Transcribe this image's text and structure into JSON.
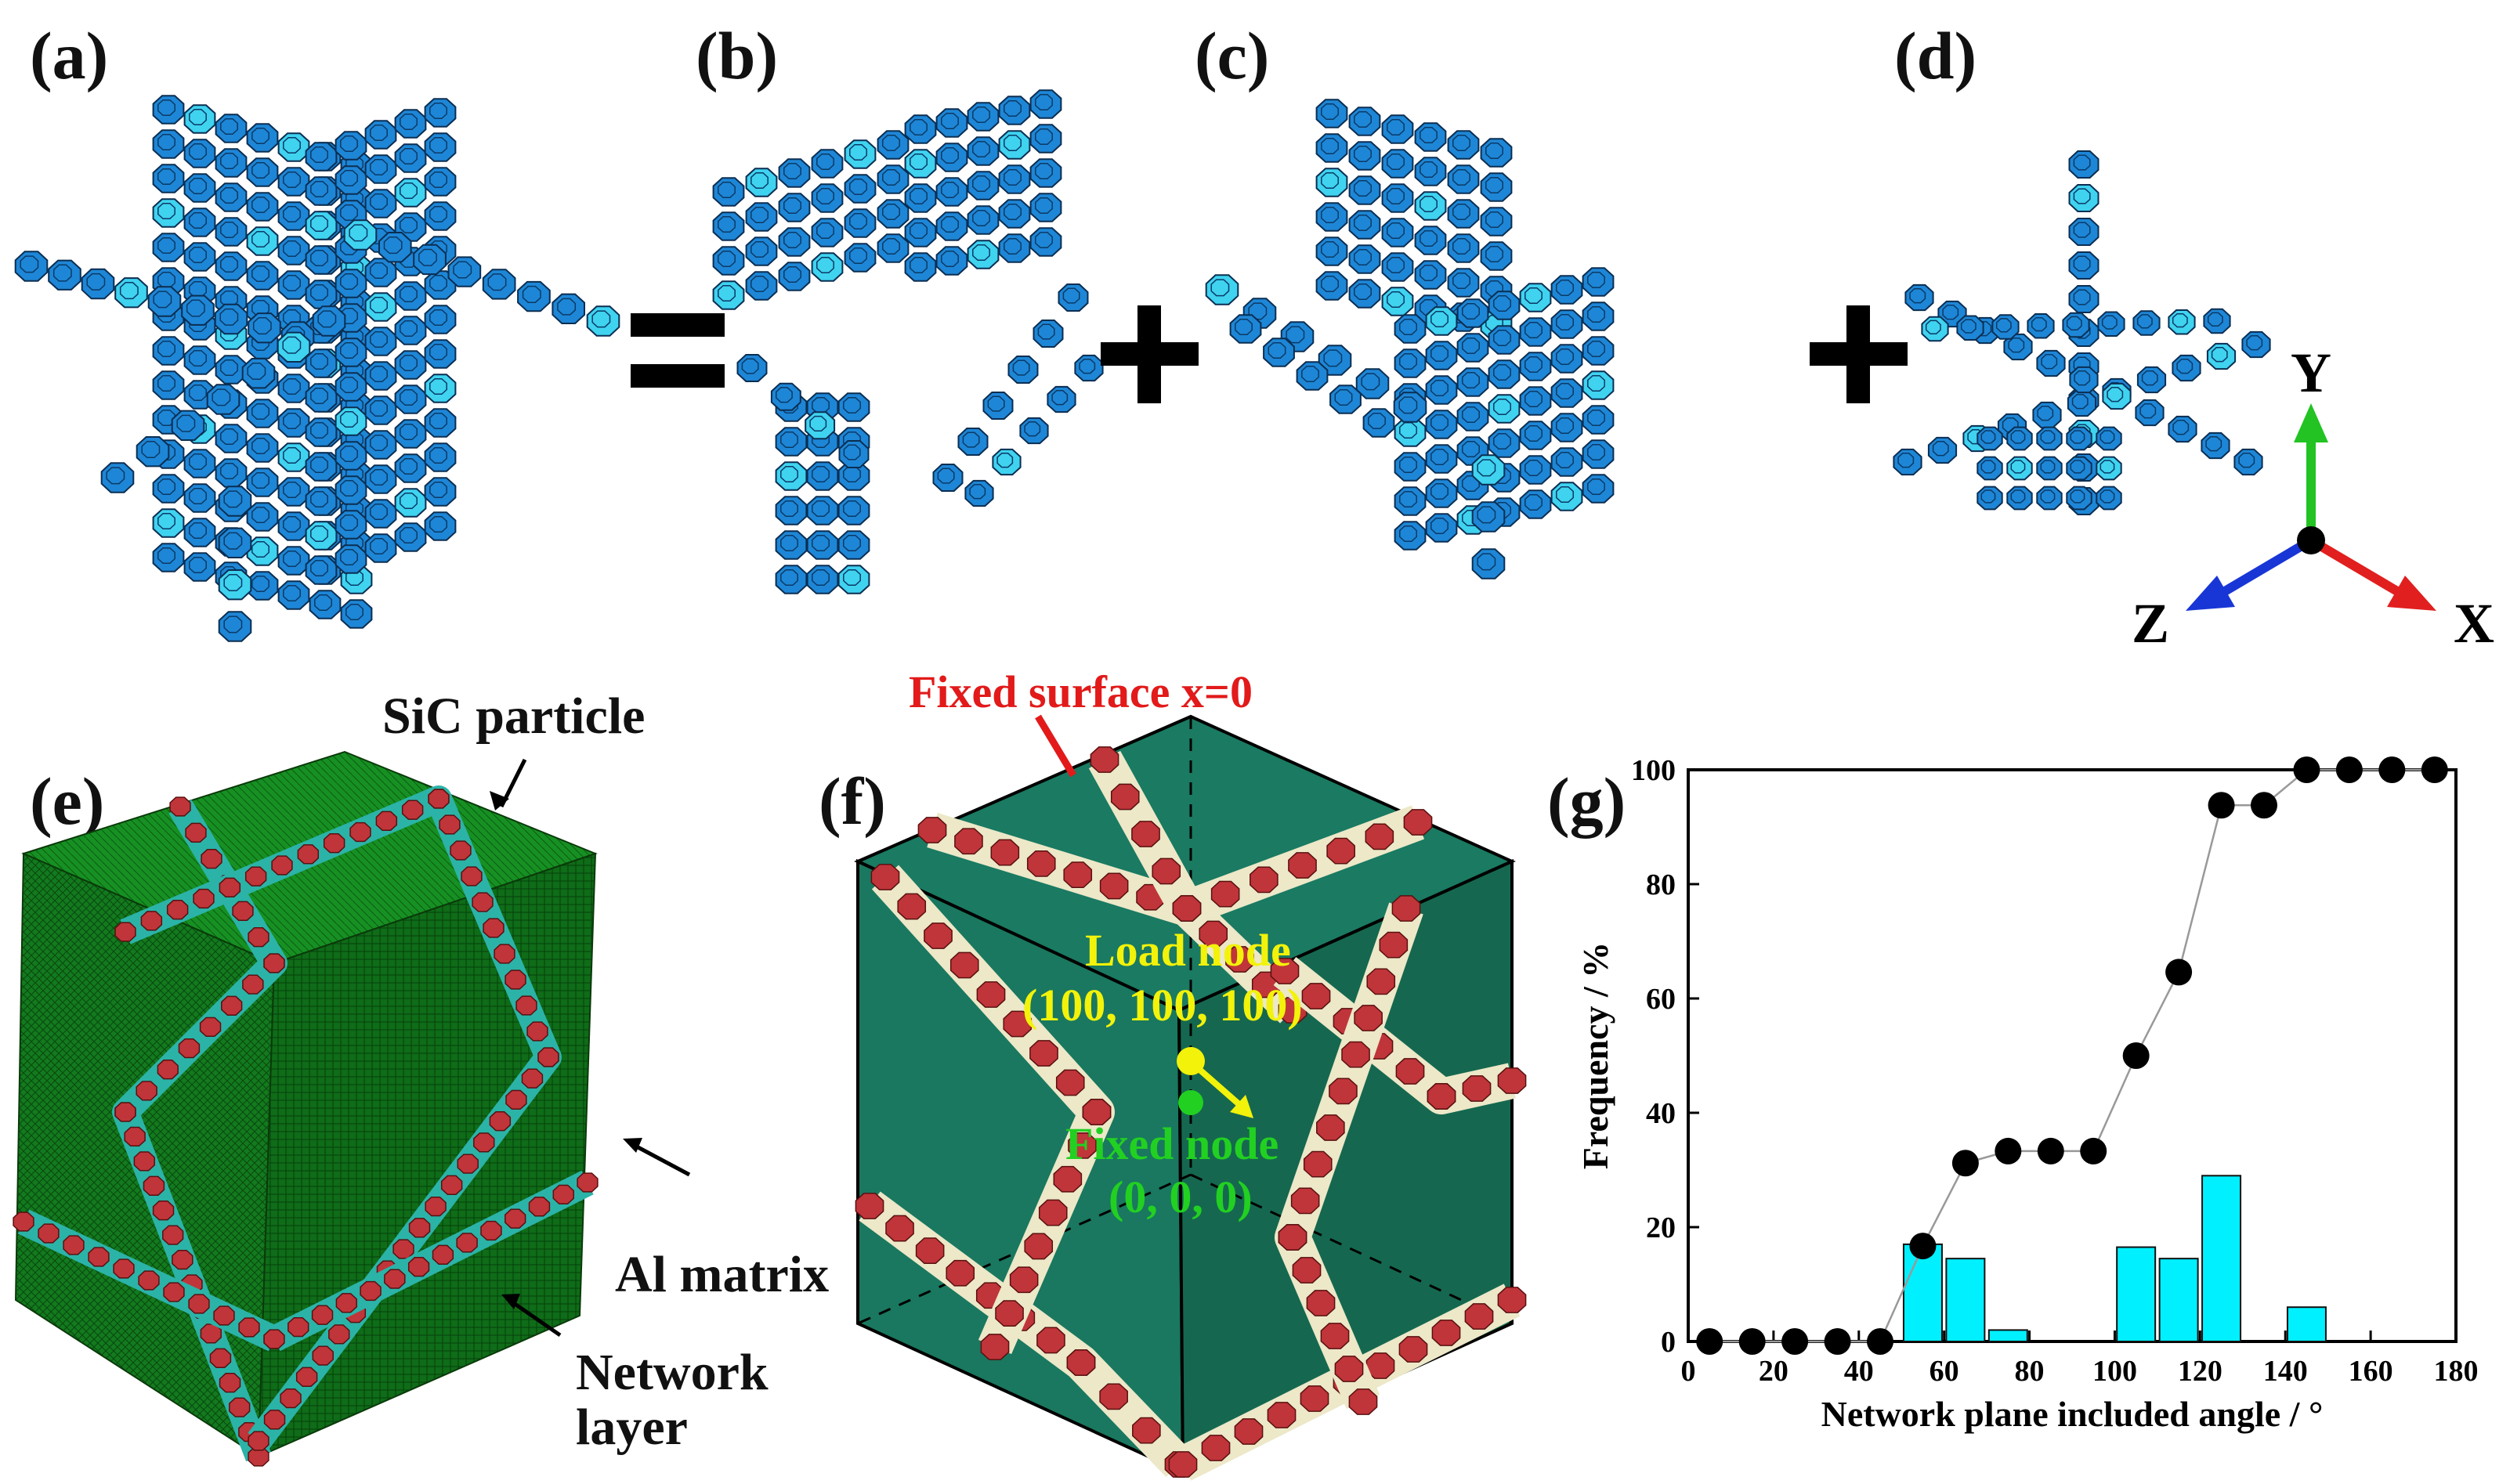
{
  "panels": {
    "a": "(a)",
    "b": "(b)",
    "c": "(c)",
    "d": "(d)",
    "e": "(e)",
    "f": "(f)",
    "g": "(g)"
  },
  "operators": {
    "equals": "=",
    "plus1": "+",
    "plus2": "+"
  },
  "axes": {
    "y": "Y",
    "z": "Z",
    "x": "X",
    "colors": {
      "y": "#22c322",
      "z": "#1836d6",
      "x": "#e11f1f"
    }
  },
  "panel_e": {
    "sic_particle": "SiC particle",
    "al_matrix": "Al matrix",
    "network_layer_line1": "Network",
    "network_layer_line2": "layer"
  },
  "panel_f": {
    "fixed_surface": "Fixed surface x=0",
    "load_node_line1": "Load node",
    "load_node_line2": "(100, 100, 100)",
    "fixed_node_line1": "Fixed node",
    "fixed_node_line2": "(0, 0, 0)",
    "colors": {
      "fixed_surface": "#e21a1a",
      "load_node": "#f2f20a",
      "fixed_node": "#22d022"
    }
  },
  "colors": {
    "particle": "#1e86d6",
    "particle_highlight": "#3fd3f0",
    "matrix_green": "#137a1e",
    "cube_teal": "#1f7a63",
    "sic_red": "#c0353a",
    "layer_cream": "#ece8c8",
    "bar_cyan": "#00f0ff"
  },
  "chart_data": {
    "type": "bar+line",
    "xlabel": "Network plane included angle / °",
    "ylabel": "Frequency / %",
    "xlim": [
      0,
      180
    ],
    "ylim": [
      0,
      100
    ],
    "xticks": [
      0,
      20,
      40,
      60,
      80,
      100,
      120,
      140,
      160,
      180
    ],
    "yticks": [
      0,
      20,
      40,
      60,
      80,
      100
    ],
    "bars": {
      "x": [
        55,
        65,
        75,
        105,
        115,
        125,
        145
      ],
      "values": [
        17,
        14.5,
        2,
        16.5,
        14.5,
        29,
        6
      ]
    },
    "cumulative": {
      "x": [
        5,
        15,
        25,
        35,
        45,
        55,
        65,
        75,
        85,
        95,
        105,
        115,
        125,
        135,
        145,
        155,
        165,
        175
      ],
      "values": [
        0,
        0,
        0,
        0,
        0,
        16.7,
        31.2,
        33.3,
        33.3,
        33.3,
        50,
        64.6,
        93.8,
        93.8,
        100,
        100,
        100,
        100
      ]
    }
  }
}
